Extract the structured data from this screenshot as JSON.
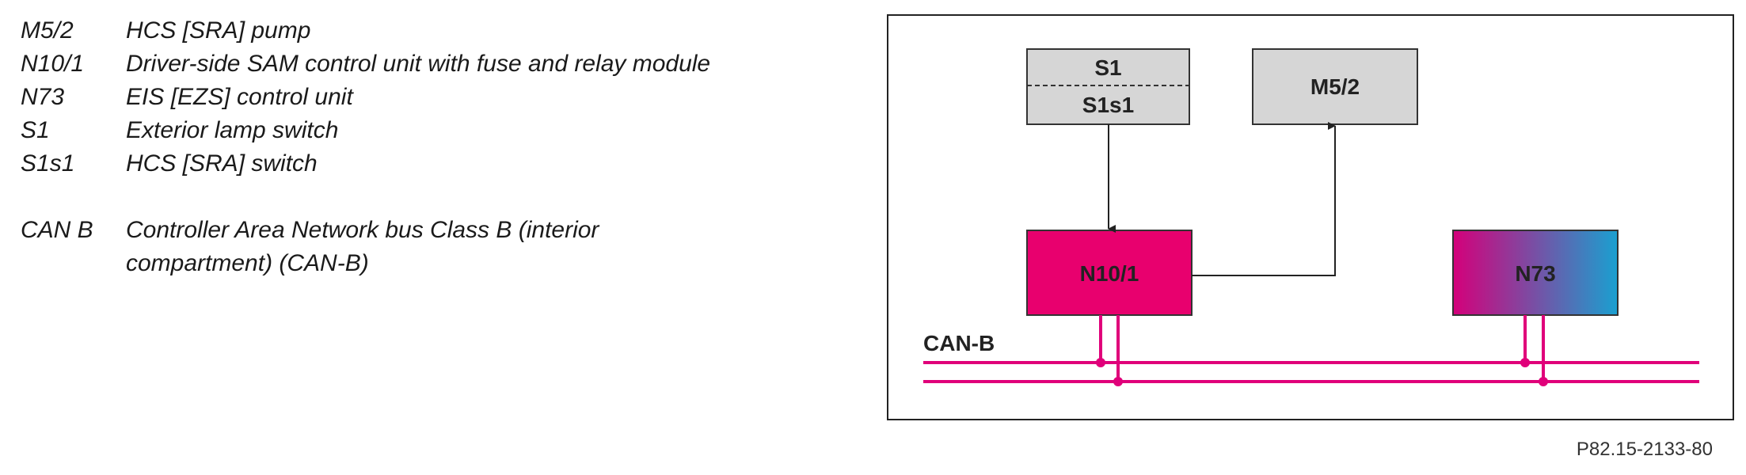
{
  "legend": {
    "items": [
      {
        "code": "M5/2",
        "desc": "HCS [SRA] pump"
      },
      {
        "code": "N10/1",
        "desc": "Driver-side SAM control unit with fuse and relay module"
      },
      {
        "code": "N73",
        "desc": "EIS [EZS] control unit"
      },
      {
        "code": "S1",
        "desc": "Exterior lamp switch"
      },
      {
        "code": "S1s1",
        "desc": "HCS [SRA] switch"
      }
    ],
    "bus": {
      "code": "CAN B",
      "desc_line1": "Controller Area Network bus Class B (interior",
      "desc_line2": "compartment) (CAN-B)"
    }
  },
  "diagram": {
    "s1": "S1",
    "s1s1": "S1s1",
    "m52": "M5/2",
    "n101": "N10/1",
    "n73": "N73",
    "bus_label": "CAN-B",
    "colors": {
      "grey_box": "#d6d6d6",
      "magenta": "#e8006e",
      "n73_start": "#d4007a",
      "n73_end": "#1aa0d0",
      "bus_line": "#e0007a"
    }
  },
  "part_number": "P82.15-2133-80"
}
